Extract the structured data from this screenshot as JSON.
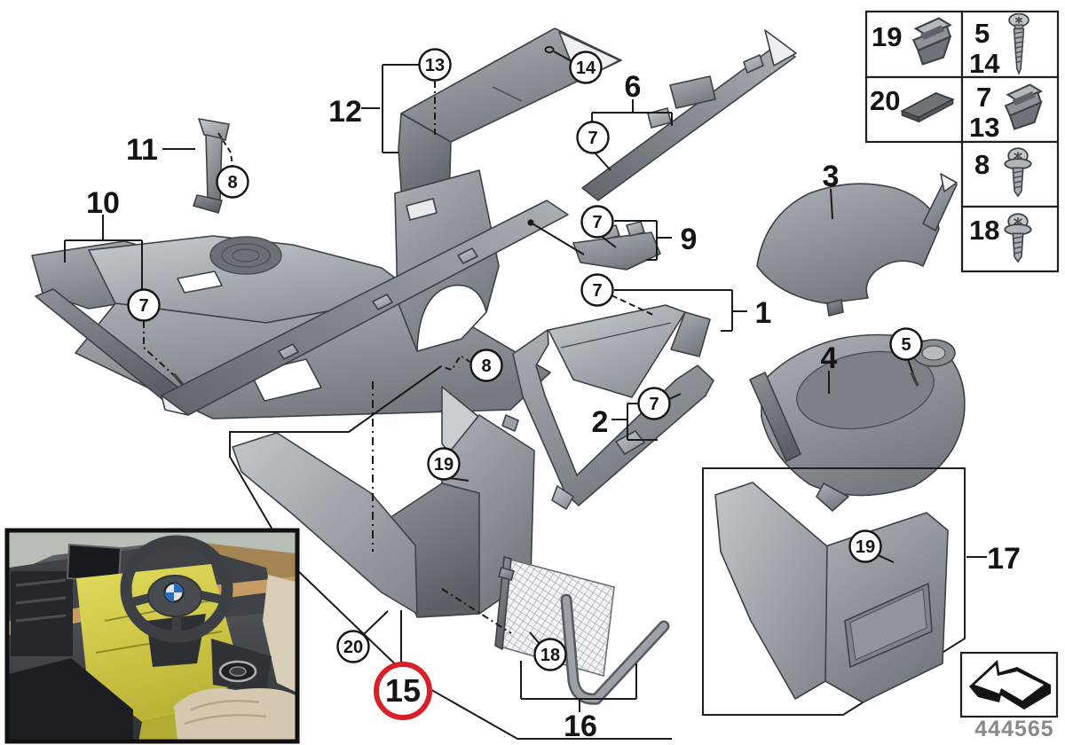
{
  "doc_number": "444565",
  "highlight": {
    "color": "#d8202a"
  },
  "callouts": {
    "plain": [
      {
        "t": "11"
      },
      {
        "t": "10"
      },
      {
        "t": "12"
      },
      {
        "t": "6"
      },
      {
        "t": "9"
      },
      {
        "t": "1"
      },
      {
        "t": "2"
      },
      {
        "t": "3"
      },
      {
        "t": "4"
      },
      {
        "t": "16"
      },
      {
        "t": "17"
      }
    ],
    "circled": [
      {
        "t": "13"
      },
      {
        "t": "14"
      },
      {
        "t": "7"
      },
      {
        "t": "8"
      },
      {
        "t": "7"
      },
      {
        "t": "7"
      },
      {
        "t": "7"
      },
      {
        "t": "8"
      },
      {
        "t": "7"
      },
      {
        "t": "19"
      },
      {
        "t": "5"
      },
      {
        "t": "20"
      },
      {
        "t": "18"
      },
      {
        "t": "19"
      }
    ],
    "highlighted": {
      "t": "15"
    }
  },
  "legend": {
    "cells": [
      {
        "labels": [
          "19"
        ],
        "icon": "clip-icon"
      },
      {
        "labels": [
          "5",
          "14"
        ],
        "icon": "long-screw-icon"
      },
      {
        "labels": [
          "20"
        ],
        "icon": "adhesive-pad-icon"
      },
      {
        "labels": [
          "7",
          "13"
        ],
        "icon": "clip-icon"
      },
      {
        "labels": [
          "8"
        ],
        "icon": "washer-screw-icon"
      },
      {
        "labels": [
          "18"
        ],
        "icon": "washer-screw-icon"
      }
    ]
  },
  "nav": {
    "back_arrow_icon": "bent-arrow-icon"
  }
}
